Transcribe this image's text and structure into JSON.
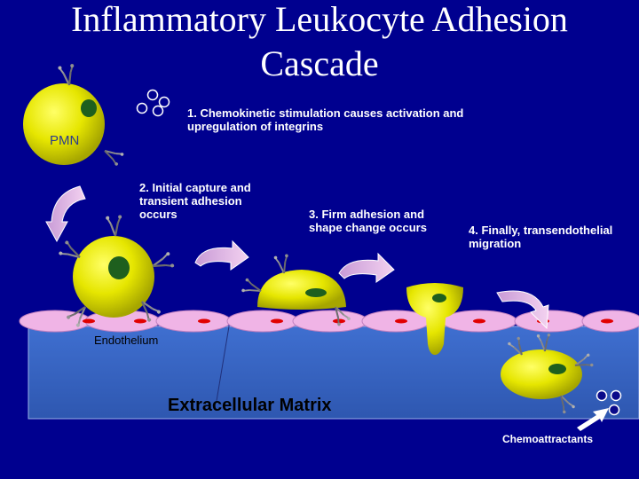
{
  "title": {
    "line1": "Inflammatory Leukocyte Adhesion",
    "line2": "Cascade"
  },
  "labels": {
    "pmn": "PMN",
    "step1": "1.  Chemokinetic stimulation causes activation and upregulation of integrins",
    "step2": "2.  Initial capture and transient adhesion occurs",
    "step3": "3.  Firm adhesion and shape change occurs",
    "step4": "4. Finally, transendothelial migration",
    "endothelium": "Endothelium",
    "ecm": "Extracellular Matrix",
    "chemoattractants": "Chemoattractants"
  },
  "colors": {
    "background": "#00008f",
    "cell": "#e6e600",
    "nucleus": "#1e5f1e",
    "endothelium_cells": "#f0b4e6",
    "endothelium_nuclei": "#e10000",
    "matrix": "#3f6fc6",
    "arrow": "#e6b4e6"
  }
}
